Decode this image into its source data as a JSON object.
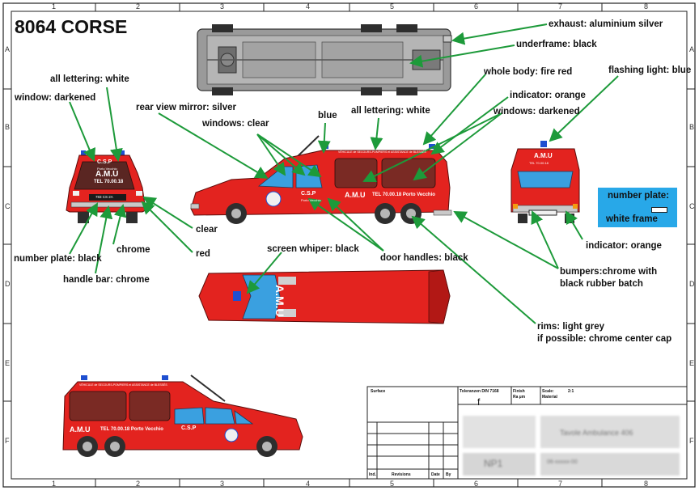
{
  "title": "8064 CORSE",
  "grid": {
    "cols": [
      "1",
      "2",
      "3",
      "4",
      "5",
      "6",
      "7",
      "8"
    ],
    "rows": [
      "A",
      "B",
      "C",
      "D",
      "E",
      "F"
    ]
  },
  "labels": {
    "exhaust": "exhaust: aluminium silver",
    "underframe": "underframe: black",
    "whole_body": "whole body: fire red",
    "flashing_light": "flashing light: blue",
    "all_lettering_white_1": "all lettering: white",
    "indicator_orange_top": "indicator: orange",
    "window_darkened_left": "window: darkened",
    "windows_darkened_right": "windows: darkened",
    "rear_view_mirror": "rear view mirror: silver",
    "all_lettering_white_2": "all lettering: white",
    "blue": "blue",
    "windows_clear": "windows: clear",
    "clear": "clear",
    "red": "red",
    "number_plate_black": "number plate: black",
    "chrome": "chrome",
    "handle_bar": "handle bar: chrome",
    "screen_whiper": "screen whiper: black",
    "door_handles": "door handles: black",
    "indicator_orange_bottom": "indicator: orange",
    "bumpers_1": "bumpers:chrome with",
    "bumpers_2": "black rubber batch",
    "rims_1": "rims: light grey",
    "rims_2": "if possible: chrome center cap",
    "number_plate_box_1": "number plate:",
    "number_plate_box_2": "white frame"
  },
  "vehicle_lettering": {
    "csp": "C.S.P",
    "porto": "Porto Vecchio",
    "amu": "A.M.U",
    "tel": "TEL 70.00.18",
    "tel_side": "TEL 70.00.18 Porto Vecchio",
    "plate": "783 CS 2A",
    "roof": "VÉHICULE de SECOURS-POMPIERS et ASSISTANCE de BLESSÉS"
  },
  "title_block": {
    "surface": "Surface",
    "tolerance": "Toleranzen DIN 7168",
    "tolerance_value": "f",
    "finish": "Finish",
    "finish_unit": "Ra µm",
    "scale": "Scale:",
    "scale_value": "2:1",
    "material": "Material",
    "ind": "Ind.",
    "revisions": "Revisions",
    "date": "Date",
    "by": "By",
    "blurred_name": "Tavole Ambulance 406",
    "blurred_code": "NP1",
    "blurred_num": "06-xxxxx-00"
  },
  "colors": {
    "body_red": "#e3231f",
    "dark_red": "#b21815",
    "window_dark": "#7a2a24",
    "window_clear": "#3aa0e0",
    "arrow_green": "#1d9a3a",
    "tire": "#2e2e2e",
    "rim": "#b7b7b7",
    "plate_box": "#28a8e8",
    "underframe": "#8b8b8b"
  }
}
